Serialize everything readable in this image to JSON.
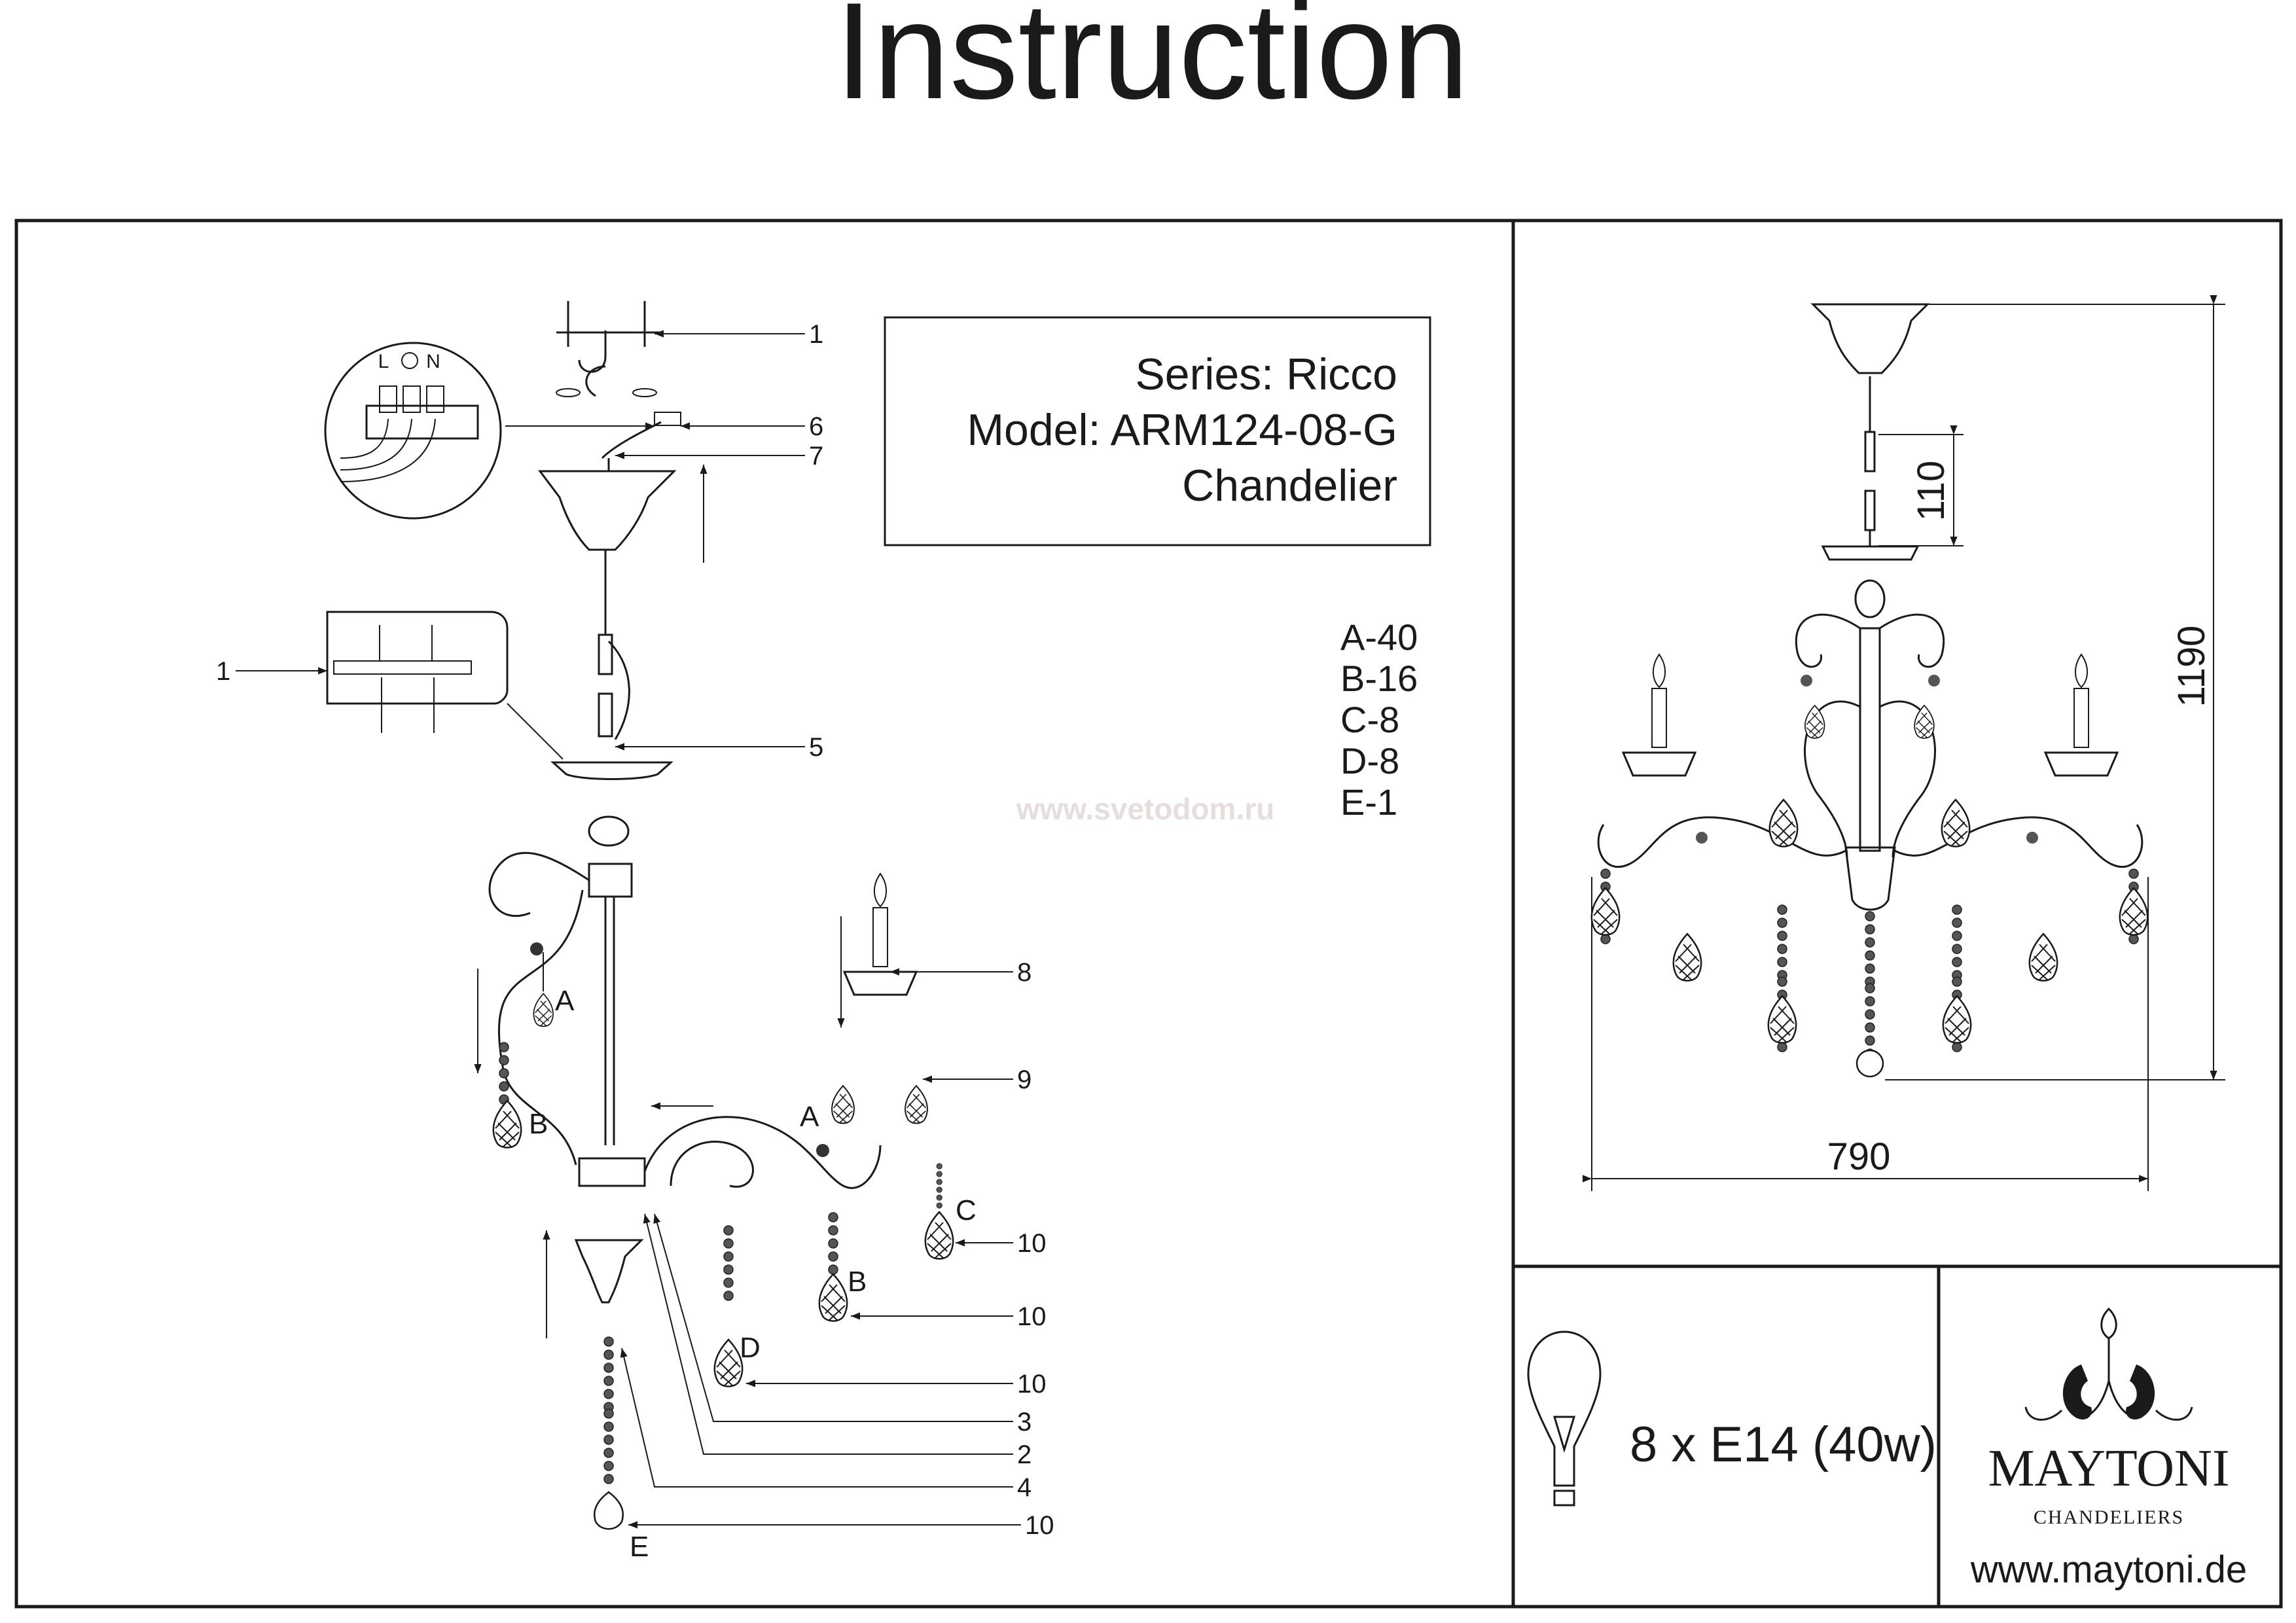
{
  "title": "Instruction",
  "info_box": {
    "series": "Series: Ricco",
    "model": "Model: ARM124-08-G",
    "type": "Chandelier"
  },
  "parts_list": [
    "A-40",
    "B-16",
    "C-8",
    "D-8",
    "E-1"
  ],
  "watermark": "www.svetodom.ru",
  "assembly_diagram": {
    "terminal_labels": [
      "L",
      "N"
    ],
    "callouts": {
      "c1_top": "1",
      "c6": "6",
      "c7": "7",
      "c1_left": "1",
      "c5": "5",
      "c8": "8",
      "c9": "9",
      "c10_a": "10",
      "c10_b": "10",
      "c10_c": "10",
      "c3": "3",
      "c2": "2",
      "c4": "4",
      "c10_d": "10"
    },
    "crystal_labels": {
      "a_left": "A",
      "b_left": "B",
      "a_arm": "A",
      "c_arm": "C",
      "b_arm": "B",
      "d_arm": "D",
      "e_bottom": "E"
    }
  },
  "dimensions": {
    "chain": "110",
    "height": "1190",
    "width": "790"
  },
  "bulb_spec": "8 x E14 (40w)",
  "brand": {
    "name": "MAYTONI",
    "tagline": "CHANDELIERS",
    "website": "www.maytoni.de"
  }
}
